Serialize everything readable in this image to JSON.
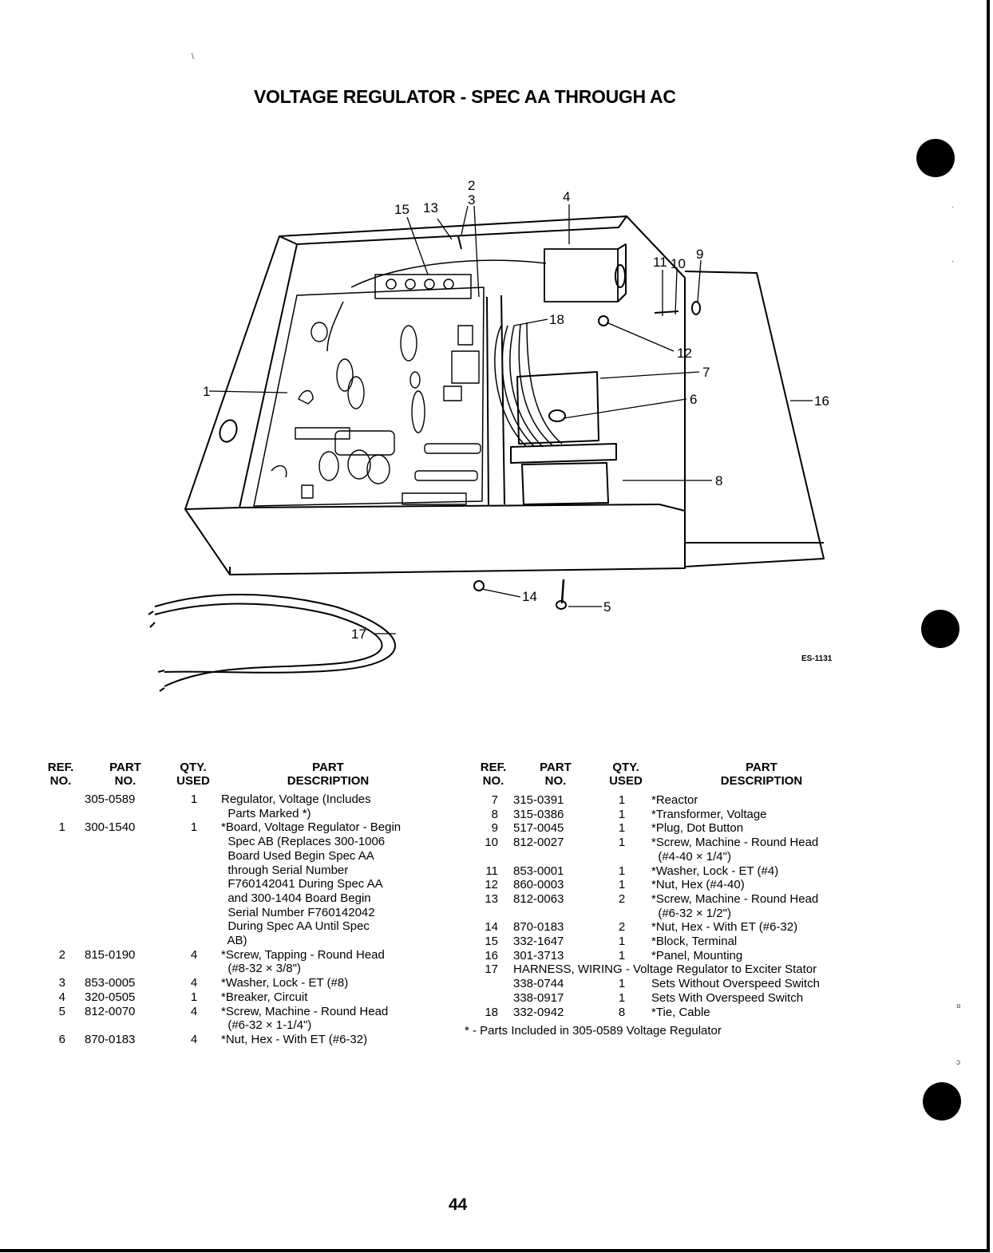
{
  "page": {
    "title": "VOLTAGE REGULATOR - SPEC AA THROUGH AC",
    "page_number": "44",
    "figure_id": "ES-1131"
  },
  "callouts": [
    "15",
    "13",
    "2",
    "3",
    "4",
    "11",
    "10",
    "9",
    "18",
    "12",
    "7",
    "1",
    "6",
    "16",
    "8",
    "14",
    "5",
    "17"
  ],
  "table_headers": {
    "ref": [
      "REF.",
      "NO."
    ],
    "part": [
      "PART",
      "NO."
    ],
    "qty": [
      "QTY.",
      "USED"
    ],
    "desc": [
      "PART",
      "DESCRIPTION"
    ]
  },
  "left_table": [
    {
      "ref": "",
      "part": "305-0589",
      "qty": "1",
      "desc": [
        "Regulator, Voltage (Includes",
        "  Parts Marked *)"
      ]
    },
    {
      "ref": "1",
      "part": "300-1540",
      "qty": "1",
      "desc": [
        "*Board, Voltage Regulator - Begin",
        "  Spec AB (Replaces 300-1006",
        "  Board Used Begin Spec AA",
        "  through Serial Number",
        "  F760142041 During Spec AA",
        "  and 300-1404 Board Begin",
        "  Serial Number F760142042",
        "  During Spec AA Until Spec",
        "  AB)"
      ]
    },
    {
      "ref": "2",
      "part": "815-0190",
      "qty": "4",
      "desc": [
        "*Screw, Tapping - Round Head",
        "  (#8-32 × 3/8\")"
      ]
    },
    {
      "ref": "3",
      "part": "853-0005",
      "qty": "4",
      "desc": [
        "*Washer, Lock - ET (#8)"
      ]
    },
    {
      "ref": "4",
      "part": "320-0505",
      "qty": "1",
      "desc": [
        "*Breaker, Circuit"
      ]
    },
    {
      "ref": "5",
      "part": "812-0070",
      "qty": "4",
      "desc": [
        "*Screw, Machine - Round Head",
        "  (#6-32 × 1-1/4\")"
      ]
    },
    {
      "ref": "6",
      "part": "870-0183",
      "qty": "4",
      "desc": [
        "*Nut, Hex - With ET (#6-32)"
      ]
    }
  ],
  "right_table": [
    {
      "ref": "7",
      "part": "315-0391",
      "qty": "1",
      "desc": [
        "*Reactor"
      ]
    },
    {
      "ref": "8",
      "part": "315-0386",
      "qty": "1",
      "desc": [
        "*Transformer, Voltage"
      ]
    },
    {
      "ref": "9",
      "part": "517-0045",
      "qty": "1",
      "desc": [
        "*Plug, Dot Button"
      ]
    },
    {
      "ref": "10",
      "part": "812-0027",
      "qty": "1",
      "desc": [
        "*Screw, Machine - Round Head",
        "  (#4-40 × 1/4\")"
      ]
    },
    {
      "ref": "11",
      "part": "853-0001",
      "qty": "1",
      "desc": [
        "*Washer, Lock - ET (#4)"
      ]
    },
    {
      "ref": "12",
      "part": "860-0003",
      "qty": "1",
      "desc": [
        "*Nut, Hex (#4-40)"
      ]
    },
    {
      "ref": "13",
      "part": "812-0063",
      "qty": "2",
      "desc": [
        "*Screw, Machine - Round Head",
        "  (#6-32 × 1/2\")"
      ]
    },
    {
      "ref": "14",
      "part": "870-0183",
      "qty": "2",
      "desc": [
        "*Nut, Hex - With ET (#6-32)"
      ]
    },
    {
      "ref": "15",
      "part": "332-1647",
      "qty": "1",
      "desc": [
        "*Block, Terminal"
      ]
    },
    {
      "ref": "16",
      "part": "301-3713",
      "qty": "1",
      "desc": [
        "*Panel, Mounting"
      ]
    },
    {
      "ref": "17",
      "part": "HARNESS, WIRING - Voltage Regulator to Exciter Stator",
      "qty": "",
      "desc": []
    },
    {
      "ref": "",
      "part": "338-0744",
      "qty": "1",
      "desc": [
        "Sets Without Overspeed Switch"
      ]
    },
    {
      "ref": "",
      "part": "338-0917",
      "qty": "1",
      "desc": [
        "Sets With Overspeed Switch"
      ]
    },
    {
      "ref": "18",
      "part": "332-0942",
      "qty": "8",
      "desc": [
        "*Tie, Cable"
      ]
    }
  ],
  "footnote": "* - Parts Included in 305-0589 Voltage Regulator"
}
